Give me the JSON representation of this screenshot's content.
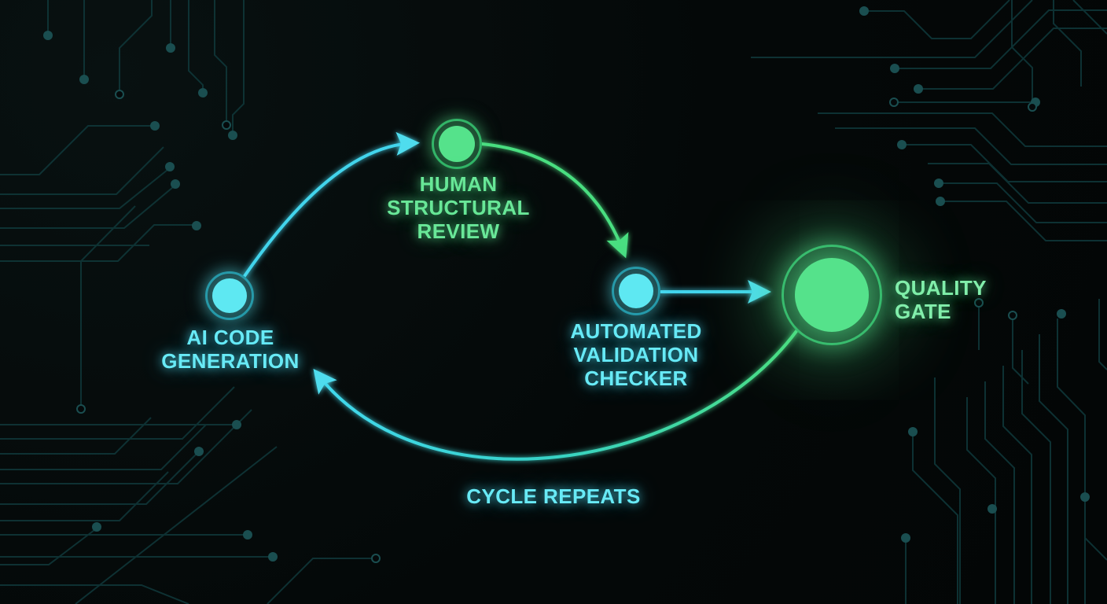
{
  "diagram": {
    "type": "cycle-flow-diagram",
    "nodes": [
      {
        "id": "ai-code-generation",
        "label": "AI CODE GENERATION",
        "lines": [
          "AI CODE",
          "GENERATION"
        ],
        "color_theme": "cyan"
      },
      {
        "id": "human-structural-review",
        "label": "HUMAN STRUCTURAL REVIEW",
        "lines": [
          "HUMAN",
          "STRUCTURAL",
          "REVIEW"
        ],
        "color_theme": "green"
      },
      {
        "id": "automated-validation-checker",
        "label": "AUTOMATED VALIDATION CHECKER",
        "lines": [
          "AUTOMATED",
          "VALIDATION",
          "CHECKER"
        ],
        "color_theme": "cyan"
      },
      {
        "id": "quality-gate",
        "label": "QUALITY GATE",
        "lines": [
          "QUALITY",
          "GATE"
        ],
        "color_theme": "green"
      }
    ],
    "edges": [
      {
        "from": "ai-code-generation",
        "to": "human-structural-review",
        "style": "curved",
        "color": "#45d6ee"
      },
      {
        "from": "human-structural-review",
        "to": "automated-validation-checker",
        "style": "curved",
        "color": "#4ade80"
      },
      {
        "from": "automated-validation-checker",
        "to": "quality-gate",
        "style": "straight",
        "color": "#45d6ee"
      },
      {
        "from": "quality-gate",
        "to": "ai-code-generation",
        "style": "curved",
        "color": "gradient green→cyan",
        "label": "CYCLE REPEATS"
      }
    ],
    "cycle_label": "CYCLE REPEATS",
    "colors": {
      "background": "#040808",
      "cyan_fill": "#5ee8f2",
      "cyan_ring": "#188495",
      "cyan_text": "#68eaf6",
      "green_fill": "#55e28b",
      "green_ring": "#2aa85f",
      "green_text": "#69e798",
      "circuit_trace": "#0f3638",
      "circuit_dot": "#1a4e50"
    }
  }
}
